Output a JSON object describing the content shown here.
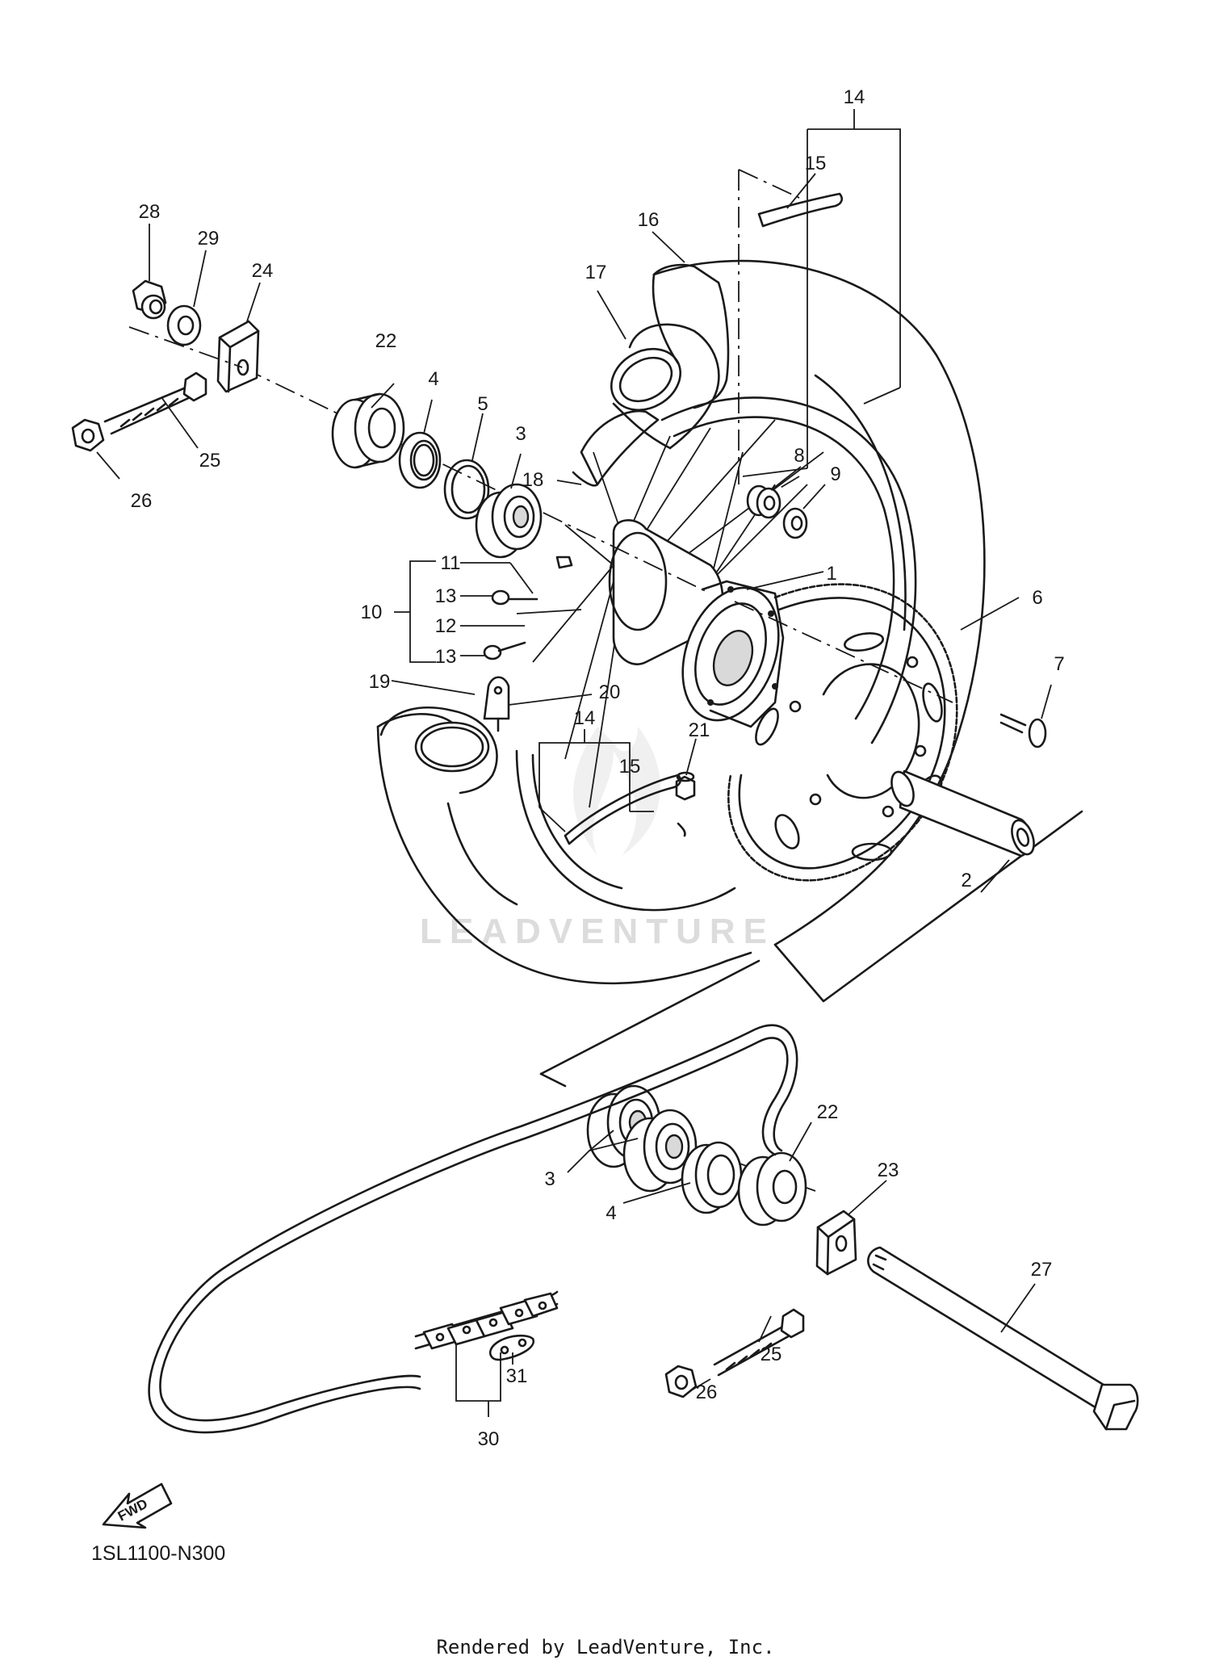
{
  "diagram": {
    "watermark": "LEADVENTURE",
    "part_code": "1SL1100-N300",
    "footer": "Rendered by LeadVenture, Inc.",
    "fwd_label": "FWD",
    "callouts": {
      "c1": "1",
      "c2": "2",
      "c3a": "3",
      "c3b": "3",
      "c4a": "4",
      "c4b": "4",
      "c5": "5",
      "c6": "6",
      "c7": "7",
      "c8": "8",
      "c9": "9",
      "c10": "10",
      "c11": "11",
      "c12": "12",
      "c13a": "13",
      "c13b": "13",
      "c14a": "14",
      "c14b": "14",
      "c15a": "15",
      "c15b": "15",
      "c16": "16",
      "c17": "17",
      "c18": "18",
      "c19": "19",
      "c20": "20",
      "c21": "21",
      "c22a": "22",
      "c22b": "22",
      "c23": "23",
      "c24": "24",
      "c25a": "25",
      "c25b": "25",
      "c26a": "26",
      "c26b": "26",
      "c27": "27",
      "c28": "28",
      "c29": "29",
      "c30": "30",
      "c31": "31"
    }
  }
}
